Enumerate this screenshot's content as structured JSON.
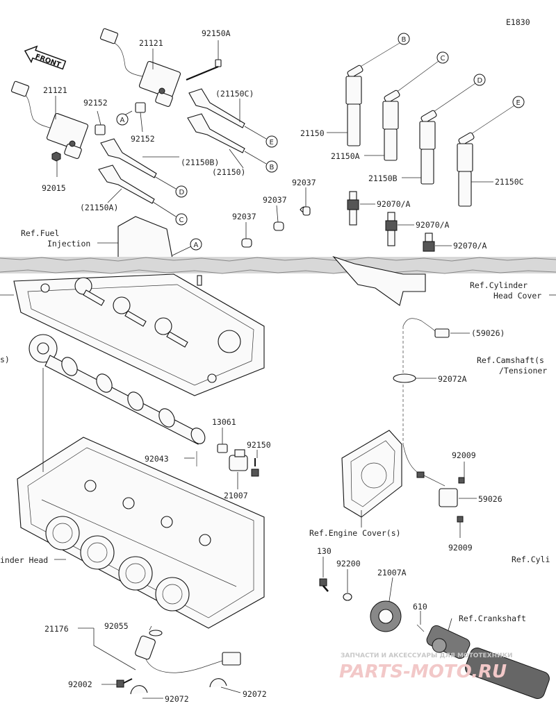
{
  "diagram_code": "E1830",
  "front_label": "FRONT",
  "callout_letters": [
    "A",
    "B",
    "C",
    "D",
    "E"
  ],
  "part_numbers": {
    "coil_1": "21121",
    "coil_2": "21121",
    "bolt_top": "92150A",
    "cap_c": "(21150C)",
    "cap_b": "(21150B)",
    "cap_plain": "(21150)",
    "cap_a": "(21150A)",
    "collar_1": "92152",
    "collar_2": "92152",
    "nut": "92015",
    "clip_1": "92037",
    "clip_2": "92037",
    "clip_3": "92037",
    "plug_1": "92070/A",
    "plug_2": "92070/A",
    "plug_3": "92070/A",
    "cap_right_1": "21150",
    "cap_right_2": "21150A",
    "cap_right_3": "21150B",
    "cap_right_4": "21150C",
    "pin_13061": "13061",
    "pin_92043": "92043",
    "bolt_92150": "92150",
    "sensor_21007": "21007",
    "sensor_59026_paren": "(59026)",
    "clamp_92072A": "92072A",
    "bolt_92009_1": "92009",
    "sensor_59026": "59026",
    "bolt_92009_2": "92009",
    "bolt_130": "130",
    "washer_92200": "92200",
    "rotor_21007A": "21007A",
    "pin_610": "610",
    "sensor_21176": "21176",
    "oring_92055": "92055",
    "bolt_92002": "92002",
    "clamp_92072_1": "92072",
    "clamp_92072_2": "92072"
  },
  "references": {
    "fuel_line1": "Ref.Fuel",
    "fuel_line2": "Injection",
    "cyl_head_cover_line1": "Ref.Cylinder",
    "cyl_head_cover_line2": "Head Cover",
    "camshaft_line1": "Ref.Camshaft(s",
    "camshaft_line2": "/Tensioner",
    "engine_cover": "Ref.Engine Cover(s)",
    "cyl_partial": "Ref.Cyli",
    "crankshaft": "Ref.Crankshaft",
    "cylinder_head": "inder Head",
    "left_s": "s)"
  },
  "watermark": {
    "line1": "ЗАПЧАСТИ И АКСЕССУАРЫ ДЛЯ МОТОТЕХНИКИ",
    "line2": "PARTS-MOTO.RU"
  }
}
